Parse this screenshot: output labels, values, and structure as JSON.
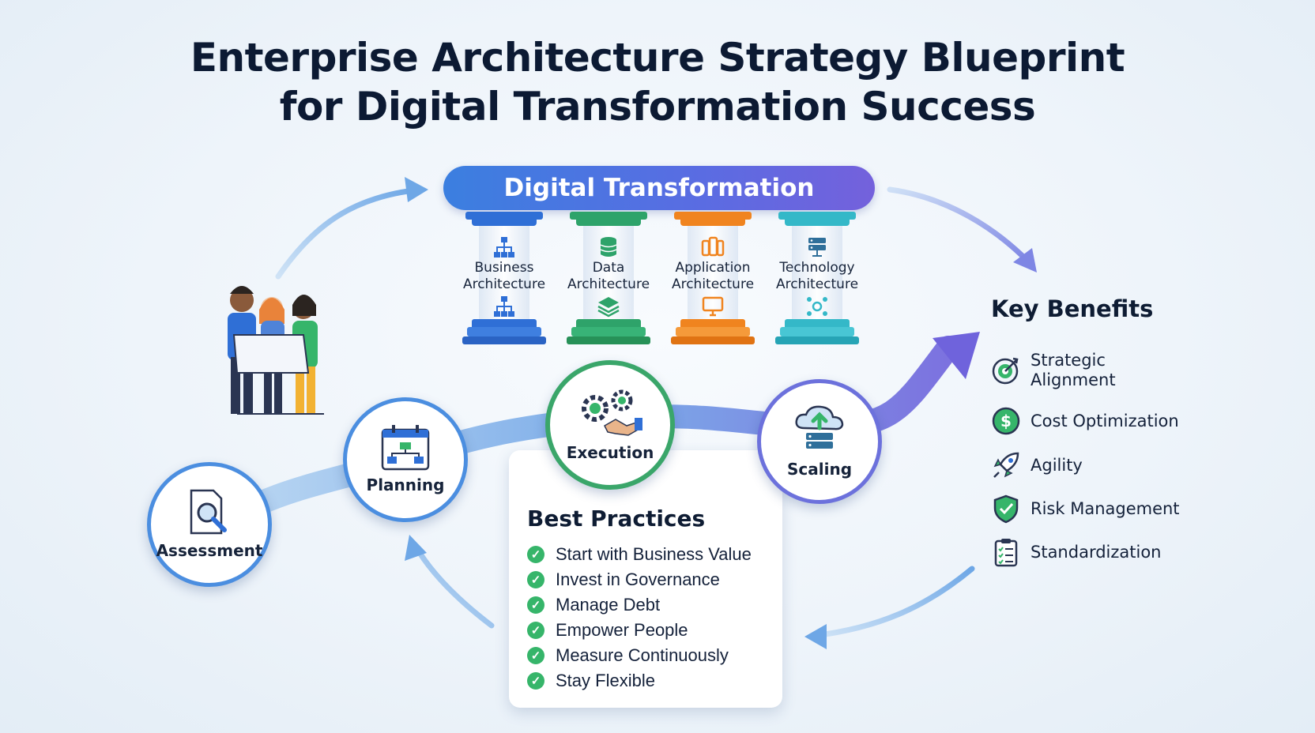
{
  "title": {
    "line1": "Enterprise Architecture Strategy Blueprint",
    "line2": "for Digital Transformation Success"
  },
  "banner": {
    "label": "Digital Transformation"
  },
  "pillars": [
    {
      "label": "Business Architecture",
      "color": "#2f6fd6",
      "icon": "org-chart-icon"
    },
    {
      "label": "Data Architecture",
      "color": "#2ea36a",
      "icon": "database-icon"
    },
    {
      "label": "Application Architecture",
      "color": "#f0841f",
      "icon": "devices-icon"
    },
    {
      "label": "Technology Architecture",
      "color": "#34b8c8",
      "icon": "server-icon"
    }
  ],
  "stages": [
    {
      "label": "Assessment",
      "icon": "magnifier-document-icon"
    },
    {
      "label": "Planning",
      "icon": "calendar-flow-icon"
    },
    {
      "label": "Execution",
      "icon": "gears-handshake-icon"
    },
    {
      "label": "Scaling",
      "icon": "cloud-upload-server-icon"
    }
  ],
  "best_practices": {
    "title": "Best Practices",
    "items": [
      "Start with Business Value",
      "Invest in Governance",
      "Manage Debt",
      "Empower People",
      "Measure Continuously",
      "Stay Flexible"
    ]
  },
  "key_benefits": {
    "title": "Key Benefits",
    "items": [
      {
        "label": "Strategic Alignment",
        "icon": "target-icon"
      },
      {
        "label": "Cost Optimization",
        "icon": "dollar-coin-icon"
      },
      {
        "label": "Agility",
        "icon": "rocket-icon"
      },
      {
        "label": "Risk Management",
        "icon": "shield-check-icon"
      },
      {
        "label": "Standardization",
        "icon": "clipboard-checklist-icon"
      }
    ]
  },
  "colors": {
    "accent_blue": "#3b7fe0",
    "accent_purple": "#7461dc",
    "check_green": "#36b56a",
    "text_dark": "#0c1a33"
  }
}
